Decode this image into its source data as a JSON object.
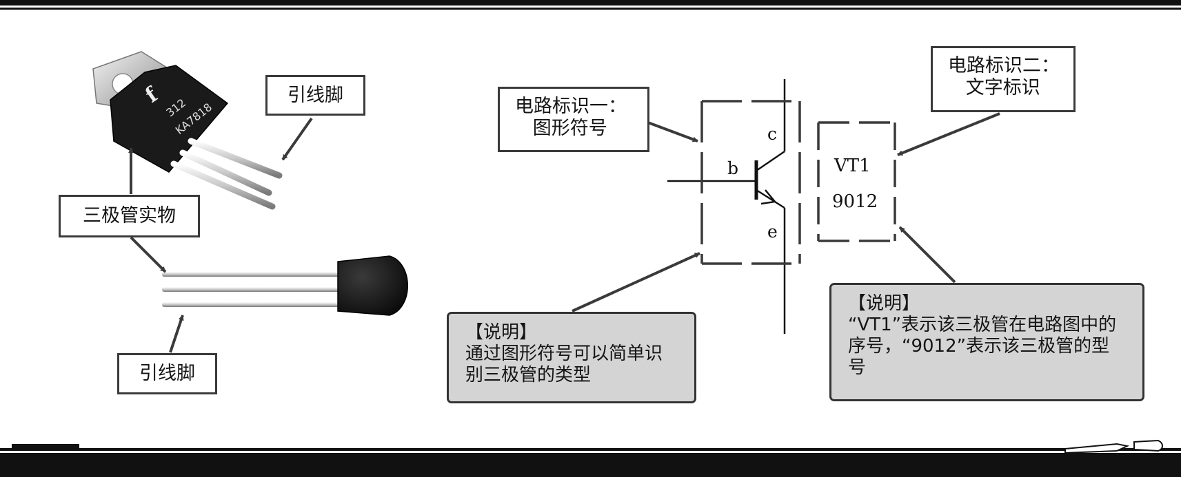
{
  "photo_left": {
    "label_top_pins": "引线脚",
    "label_transistor": "三极管实物",
    "label_bottom_pins": "引线脚",
    "to220_marking_line1": "312",
    "to220_marking_line2": "KA7818"
  },
  "schematic": {
    "label_graphic_symbol": "电路标识一：\n   图形符号",
    "label_text_id": "电路标识二：\n   文字标识",
    "pin_b": "b",
    "pin_c": "c",
    "pin_e": "e",
    "ref_designator": "VT1",
    "part_model": "9012"
  },
  "notes": {
    "left": {
      "heading": "【说明】",
      "body": "通过图形符号可以简单识别三极管的类型"
    },
    "right": {
      "heading": "【说明】",
      "body": "“VT1”表示该三极管在电路图中的序号，“9012”表示该三极管的型号"
    }
  }
}
